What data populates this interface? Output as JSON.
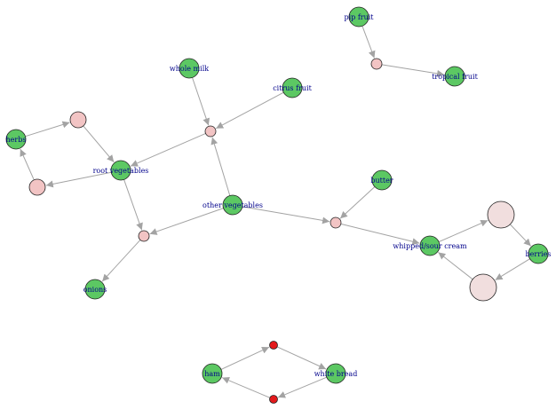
{
  "graph": {
    "colors": {
      "item_node": "#5cc863",
      "rule_node": "#f2c4c4",
      "rule_node_strong": "#e31a1c",
      "edge": "#a3a3a3",
      "label": "#00008b",
      "node_stroke": "#222222"
    },
    "items": [
      {
        "id": "pip_fruit",
        "label": "pip fruit"
      },
      {
        "id": "tropical_fruit",
        "label": "tropical fruit"
      },
      {
        "id": "whole_milk",
        "label": "whole milk"
      },
      {
        "id": "citrus_fruit",
        "label": "citrus fruit"
      },
      {
        "id": "herbs",
        "label": "herbs"
      },
      {
        "id": "root_vegetables",
        "label": "root vegetables"
      },
      {
        "id": "butter",
        "label": "butter"
      },
      {
        "id": "other_vegetables",
        "label": "other vegetables"
      },
      {
        "id": "whipped_sour_cream",
        "label": "whipped/sour cream"
      },
      {
        "id": "berries",
        "label": "berries"
      },
      {
        "id": "onions",
        "label": "onions"
      },
      {
        "id": "ham",
        "label": "ham"
      },
      {
        "id": "white_bread",
        "label": "white bread"
      }
    ],
    "rules": [
      {
        "id": "r1",
        "lhs": [
          "pip_fruit"
        ],
        "rhs": "tropical_fruit",
        "shade": "light"
      },
      {
        "id": "r2",
        "lhs": [
          "whole_milk",
          "citrus_fruit",
          "other_vegetables"
        ],
        "rhs": "root_vegetables",
        "shade": "medium"
      },
      {
        "id": "r3",
        "lhs": [
          "herbs"
        ],
        "rhs": "root_vegetables",
        "shade": "medium"
      },
      {
        "id": "r4",
        "lhs": [
          "root_vegetables"
        ],
        "rhs": "herbs",
        "shade": "medium"
      },
      {
        "id": "r5",
        "lhs": [
          "root_vegetables",
          "other_vegetables"
        ],
        "rhs": "onions",
        "shade": "medium"
      },
      {
        "id": "r6",
        "lhs": [
          "butter",
          "other_vegetables"
        ],
        "rhs": "whipped_sour_cream",
        "shade": "medium"
      },
      {
        "id": "r7",
        "lhs": [
          "whipped_sour_cream"
        ],
        "rhs": "berries",
        "shade": "pale"
      },
      {
        "id": "r8",
        "lhs": [
          "berries"
        ],
        "rhs": "whipped_sour_cream",
        "shade": "pale"
      },
      {
        "id": "r9",
        "lhs": [
          "ham"
        ],
        "rhs": "white_bread",
        "shade": "strong"
      },
      {
        "id": "r10",
        "lhs": [
          "white_bread"
        ],
        "rhs": "ham",
        "shade": "strong"
      }
    ]
  }
}
